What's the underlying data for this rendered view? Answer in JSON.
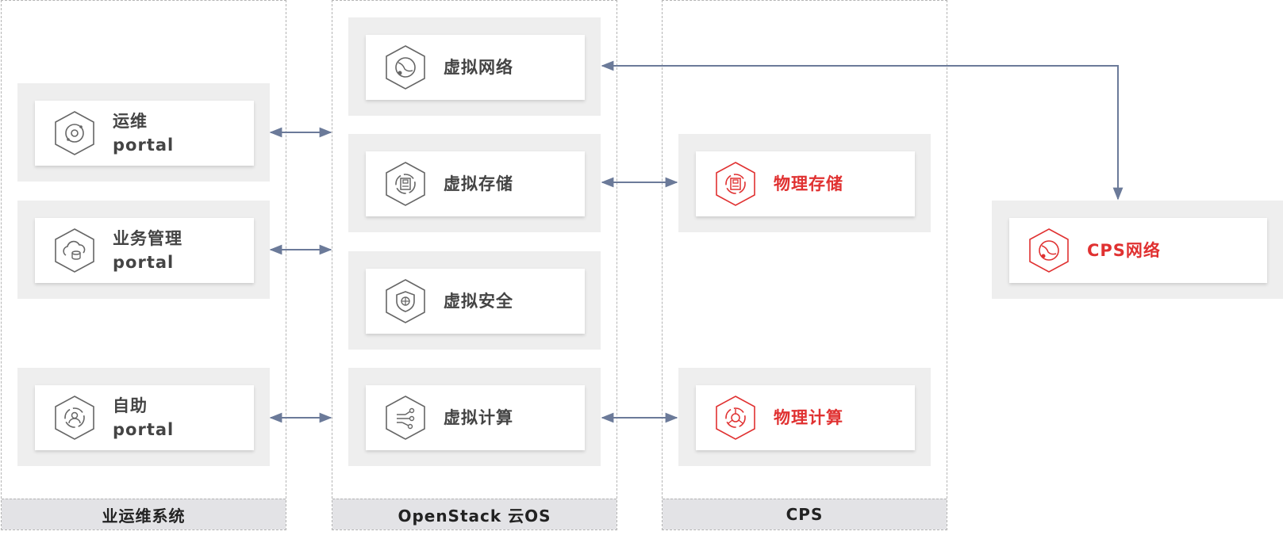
{
  "columns": {
    "ops": {
      "footer": "业运维系统"
    },
    "openstack": {
      "footer": "OpenStack 云OS"
    },
    "cps": {
      "footer": "CPS"
    }
  },
  "ops_cards": [
    {
      "line1": "运维",
      "line2": "portal",
      "icon": "ops-portal-icon"
    },
    {
      "line1": "业务管理",
      "line2": "portal",
      "icon": "business-portal-icon"
    },
    {
      "line1": "自助",
      "line2": "portal",
      "icon": "self-service-portal-icon"
    }
  ],
  "openstack_cards": [
    {
      "label": "虚拟网络",
      "icon": "virtual-network-icon"
    },
    {
      "label": "虚拟存储",
      "icon": "virtual-storage-icon"
    },
    {
      "label": "虚拟安全",
      "icon": "virtual-security-icon"
    },
    {
      "label": "虚拟计算",
      "icon": "virtual-compute-icon"
    }
  ],
  "cps_cards": [
    {
      "label": "物理存储",
      "icon": "physical-storage-icon"
    },
    {
      "label": "物理计算",
      "icon": "physical-compute-icon"
    }
  ],
  "external_card": {
    "label": "CPS网络",
    "icon": "cps-network-icon"
  },
  "colors": {
    "accent_red": "#e03131",
    "arrow": "#6b7a99",
    "panel": "#eeeeee",
    "footer": "#e3e3e6"
  }
}
